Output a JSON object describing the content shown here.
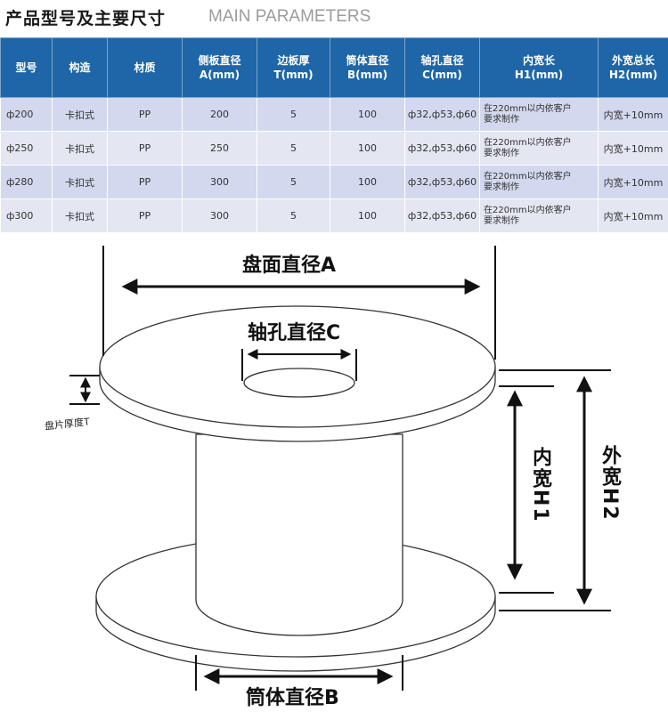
{
  "header": {
    "title_cn": "产品型号及主要尺寸",
    "title_en": "MAIN PARAMETERS"
  },
  "table": {
    "headers": [
      {
        "l1": "型号",
        "l2": ""
      },
      {
        "l1": "构造",
        "l2": ""
      },
      {
        "l1": "材质",
        "l2": ""
      },
      {
        "l1": "侧板直径",
        "l2": "A(mm)"
      },
      {
        "l1": "边板厚",
        "l2": "T(mm)"
      },
      {
        "l1": "筒体直径",
        "l2": "B(mm)"
      },
      {
        "l1": "轴孔直径",
        "l2": "C(mm)"
      },
      {
        "l1": "内宽长",
        "l2": "H1(mm)"
      },
      {
        "l1": "外宽总长",
        "l2": "H2(mm)"
      }
    ],
    "rows": [
      {
        "model": "ф200",
        "structure": "卡扣式",
        "material": "PP",
        "a": "200",
        "t": "5",
        "b": "100",
        "c": "ф32,ф53,ф60",
        "h1_l1": "在220mm以内依客户",
        "h1_l2": "要求制作",
        "h2": "内宽+10mm"
      },
      {
        "model": "ф250",
        "structure": "卡扣式",
        "material": "PP",
        "a": "250",
        "t": "5",
        "b": "100",
        "c": "ф32,ф53,ф60",
        "h1_l1": "在220mm以内依客户",
        "h1_l2": "要求制作",
        "h2": "内宽+10mm"
      },
      {
        "model": "ф280",
        "structure": "卡扣式",
        "material": "PP",
        "a": "300",
        "t": "5",
        "b": "100",
        "c": "ф32,ф53,ф60",
        "h1_l1": "在220mm以内依客户",
        "h1_l2": "要求制作",
        "h2": "内宽+10mm"
      },
      {
        "model": "ф300",
        "structure": "卡扣式",
        "material": "PP",
        "a": "300",
        "t": "5",
        "b": "100",
        "c": "ф32,ф53,ф60",
        "h1_l1": "在220mm以内依客户",
        "h1_l2": "要求制作",
        "h2": "内宽+10mm"
      }
    ]
  },
  "diagram": {
    "label_a": "盘面直径A",
    "label_c": "轴孔直径C",
    "label_t": "盘片厚度T",
    "label_h1": "内宽H1",
    "label_h2": "外宽H2",
    "label_b": "筒体直径B"
  },
  "colors": {
    "header_bg": "#1e66a7",
    "row_odd": "#d3d8ee",
    "row_even": "#e4e6f2"
  }
}
